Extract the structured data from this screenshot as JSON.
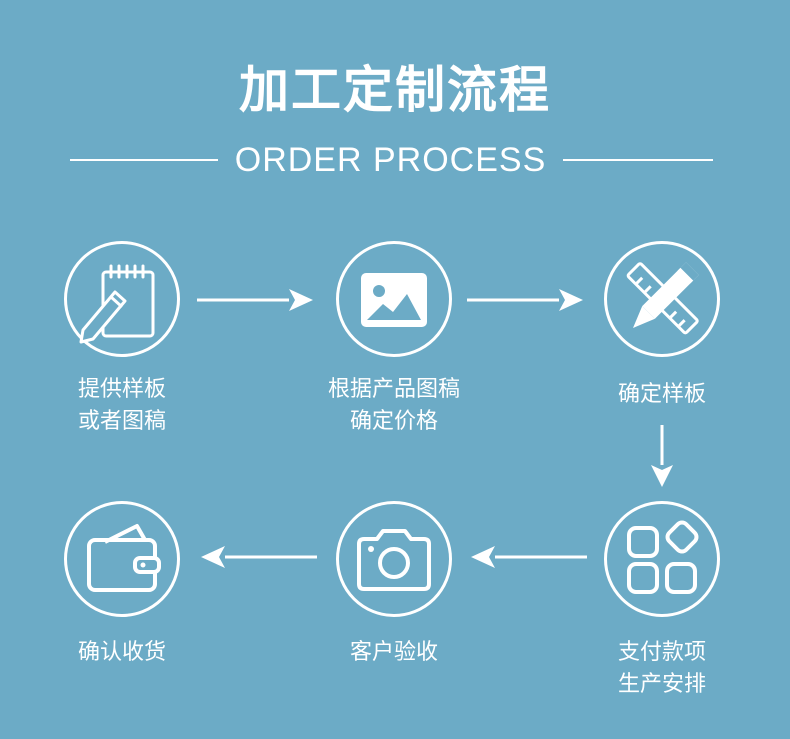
{
  "title": "加工定制流程",
  "subtitle": "ORDER PROCESS",
  "steps": [
    {
      "line1": "提供样板",
      "line2": "或者图稿",
      "icon": "notepad-pencil-icon"
    },
    {
      "line1": "根据产品图稿",
      "line2": "确定价格",
      "icon": "image-icon"
    },
    {
      "line1": "确定样板",
      "line2": "",
      "icon": "ruler-pencil-icon"
    },
    {
      "line1": "支付款项",
      "line2": "生产安排",
      "icon": "apps-grid-icon"
    },
    {
      "line1": "客户验收",
      "line2": "",
      "icon": "camera-icon"
    },
    {
      "line1": "确认收货",
      "line2": "",
      "icon": "wallet-icon"
    }
  ],
  "colors": {
    "background": "#6cabc6",
    "foreground": "#ffffff"
  }
}
